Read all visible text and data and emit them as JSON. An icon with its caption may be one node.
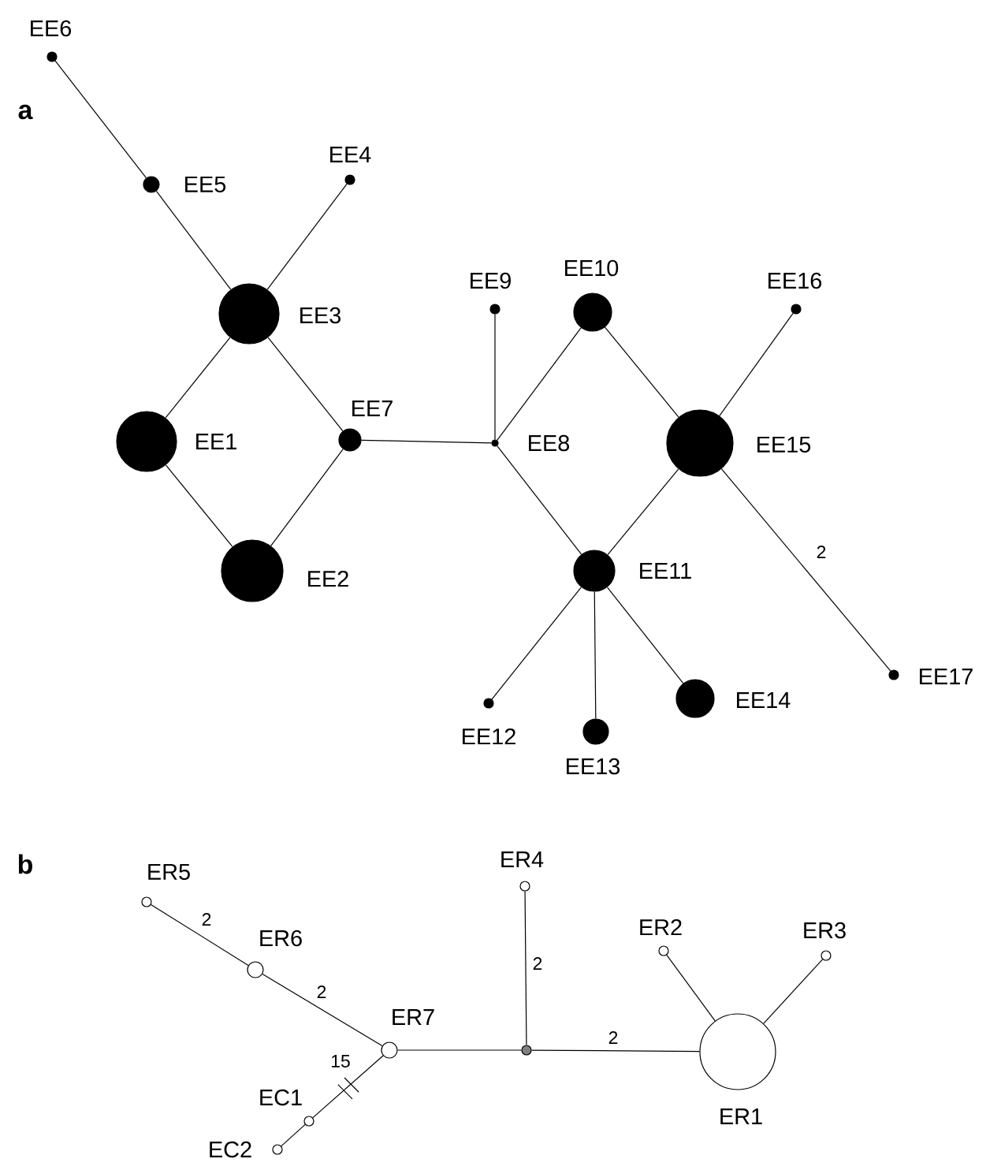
{
  "diagram": {
    "nodes": [
      {
        "text": [],
        "shape": "circle",
        "beside": [
          "EE6"
        ]
      },
      {
        "text": [],
        "shape": "circle",
        "beside": [
          "EE5"
        ]
      },
      {
        "text": [],
        "shape": "circle",
        "beside": [
          "EE4"
        ]
      },
      {
        "text": [],
        "shape": "circle",
        "beside": [
          "EE3"
        ]
      },
      {
        "text": [],
        "shape": "circle",
        "beside": [
          "EE1"
        ]
      },
      {
        "text": [],
        "shape": "circle",
        "beside": [
          "EE2"
        ]
      },
      {
        "text": [],
        "shape": "circle",
        "beside": [
          "EE7"
        ]
      },
      {
        "text": [],
        "shape": "circle",
        "beside": [
          "EE8"
        ]
      },
      {
        "text": [],
        "shape": "circle",
        "beside": [
          "EE9"
        ]
      },
      {
        "text": [],
        "shape": "circle",
        "beside": [
          "EE10"
        ]
      },
      {
        "text": [],
        "shape": "circle",
        "beside": [
          "EE16"
        ]
      },
      {
        "text": [],
        "shape": "circle",
        "beside": [
          "EE15"
        ]
      },
      {
        "text": [],
        "shape": "circle",
        "beside": [
          "EE11"
        ]
      },
      {
        "text": [],
        "shape": "circle",
        "beside": [
          "EE14"
        ]
      },
      {
        "text": [],
        "shape": "circle",
        "beside": [
          "EE17"
        ]
      },
      {
        "text": [],
        "shape": "circle",
        "beside": [
          "EE12"
        ]
      },
      {
        "text": [],
        "shape": "circle",
        "beside": [
          "EE13"
        ]
      },
      {
        "text": [],
        "shape": "circle",
        "beside": [
          "ER5"
        ]
      },
      {
        "text": [],
        "shape": "circle",
        "beside": [
          "ER4"
        ]
      },
      {
        "text": [],
        "shape": "circle",
        "beside": [
          "ER6"
        ]
      },
      {
        "text": [],
        "shape": "circle",
        "beside": [
          "ER2"
        ]
      },
      {
        "text": [],
        "shape": "circle",
        "beside": [
          "ER3"
        ]
      },
      {
        "text": [],
        "shape": "circle",
        "beside": [
          "ER7"
        ]
      },
      {
        "text": [],
        "shape": "circle"
      },
      {
        "text": [],
        "shape": "circle",
        "beside": [
          "ER1"
        ]
      },
      {
        "text": [],
        "shape": "circle",
        "beside": [
          "EC1"
        ]
      },
      {
        "text": [],
        "shape": "circle",
        "beside": [
          "EC2"
        ]
      }
    ],
    "edges": [
      {
        "from": 0,
        "to": 1,
        "arrow": "none"
      },
      {
        "from": 1,
        "to": 3,
        "arrow": "none"
      },
      {
        "from": 2,
        "to": 3,
        "arrow": "none"
      },
      {
        "from": 3,
        "to": 4,
        "arrow": "none"
      },
      {
        "from": 3,
        "to": 6,
        "arrow": "none"
      },
      {
        "from": 4,
        "to": 5,
        "arrow": "none"
      },
      {
        "from": 6,
        "to": 5,
        "arrow": "none"
      },
      {
        "from": 6,
        "to": 7,
        "arrow": "none"
      },
      {
        "from": 8,
        "to": 7,
        "arrow": "none"
      },
      {
        "from": 7,
        "to": 9,
        "arrow": "none"
      },
      {
        "from": 7,
        "to": 12,
        "arrow": "none"
      },
      {
        "from": 9,
        "to": 11,
        "arrow": "none"
      },
      {
        "from": 12,
        "to": 11,
        "arrow": "none"
      },
      {
        "from": 11,
        "to": 10,
        "arrow": "none"
      },
      {
        "from": 11,
        "to": 14,
        "arrow": "none",
        "label": "2"
      },
      {
        "from": 12,
        "to": 15,
        "arrow": "none"
      },
      {
        "from": 12,
        "to": 16,
        "arrow": "none"
      },
      {
        "from": 12,
        "to": 13,
        "arrow": "none"
      },
      {
        "from": 17,
        "to": 19,
        "arrow": "none",
        "label": "2"
      },
      {
        "from": 19,
        "to": 22,
        "arrow": "none",
        "label": "2"
      },
      {
        "from": 22,
        "to": 23,
        "arrow": "none"
      },
      {
        "from": 23,
        "to": 18,
        "arrow": "none",
        "label": "2"
      },
      {
        "from": 23,
        "to": 24,
        "arrow": "none",
        "label": "2"
      },
      {
        "from": 24,
        "to": 20,
        "arrow": "none"
      },
      {
        "from": 24,
        "to": 21,
        "arrow": "none"
      },
      {
        "from": 22,
        "to": 25,
        "arrow": "none",
        "label": "15"
      },
      {
        "from": 25,
        "to": 26,
        "arrow": "none"
      }
    ],
    "labels": [
      "a",
      "b"
    ]
  }
}
